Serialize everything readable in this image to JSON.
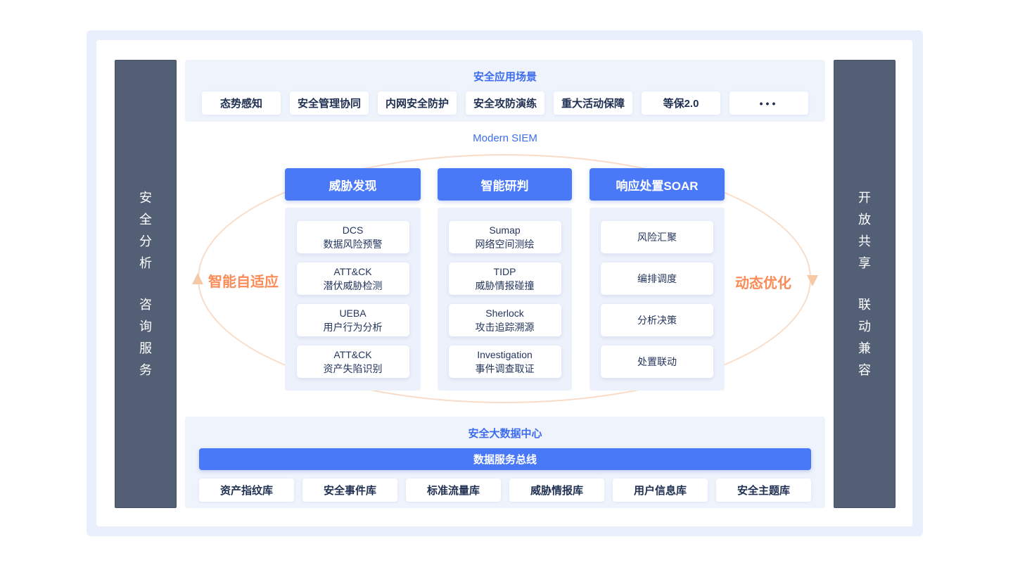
{
  "colors": {
    "accent_blue": "#4A79F7",
    "title_blue": "#3D6DEE",
    "orange": "#FB8B57",
    "sidebar_dark": "#535F75",
    "ellipse_stroke": "#F8DCC8",
    "panel_light_blue": "#EFF3FC"
  },
  "left_sidebar": {
    "groups": [
      "安全分析",
      "咨询服务"
    ]
  },
  "right_sidebar": {
    "groups": [
      "开放共享",
      "联动兼容"
    ]
  },
  "top_section": {
    "title": "安全应用场景",
    "buttons": [
      "态势感知",
      "安全管理协同",
      "内网安全防护",
      "安全攻防演练",
      "重大活动保障",
      "等保2.0",
      "•••"
    ]
  },
  "siem": {
    "title": "Modern SIEM",
    "left_label": "智能自适应",
    "right_label": "动态优化",
    "columns": [
      {
        "header": "威胁发现",
        "items": [
          {
            "en": "DCS",
            "zh": "数据风险预警"
          },
          {
            "en": "ATT&CK",
            "zh": "潜伏威胁检测"
          },
          {
            "en": "UEBA",
            "zh": "用户行为分析"
          },
          {
            "en": "ATT&CK",
            "zh": "资产失陷识别"
          }
        ]
      },
      {
        "header": "智能研判",
        "items": [
          {
            "en": "Sumap",
            "zh": "网络空间测绘"
          },
          {
            "en": "TIDP",
            "zh": "威胁情报碰撞"
          },
          {
            "en": "Sherlock",
            "zh": "攻击追踪溯源"
          },
          {
            "en": "Investigation",
            "zh": "事件调查取证"
          }
        ]
      },
      {
        "header": "响应处置SOAR",
        "items": [
          {
            "zh": "风险汇聚"
          },
          {
            "zh": "编排调度"
          },
          {
            "zh": "分析决策"
          },
          {
            "zh": "处置联动"
          }
        ]
      }
    ]
  },
  "bottom_section": {
    "title": "安全大数据中心",
    "bus_label": "数据服务总线",
    "buttons": [
      "资产指纹库",
      "安全事件库",
      "标准流量库",
      "威胁情报库",
      "用户信息库",
      "安全主题库"
    ]
  }
}
